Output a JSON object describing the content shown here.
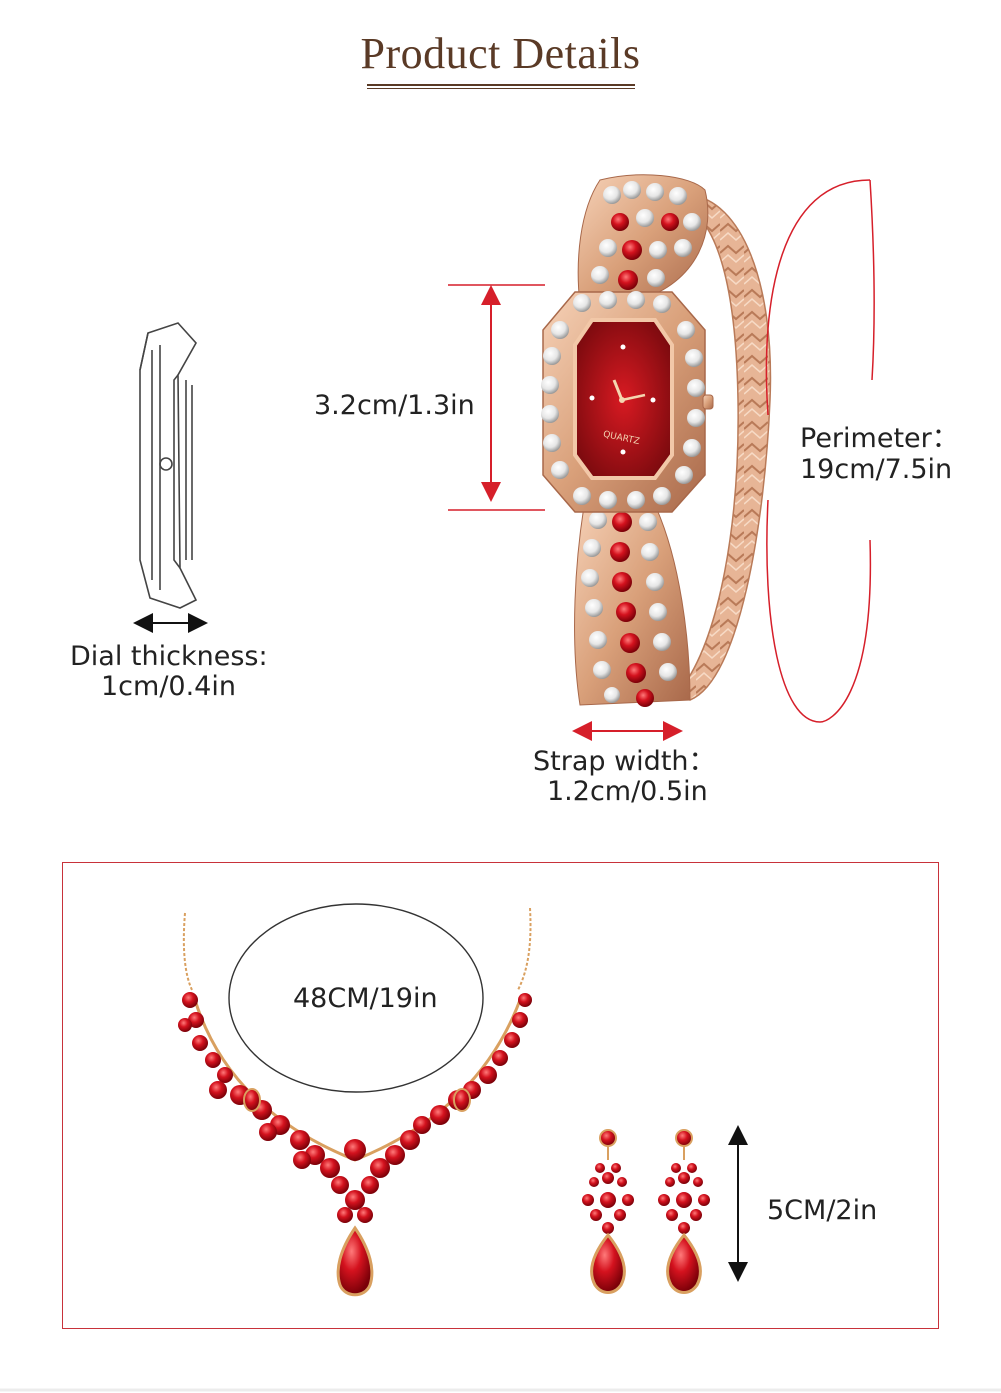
{
  "header": {
    "title": "Product Details"
  },
  "watch_dimensions": {
    "dial_height": "3.2cm/1.3in",
    "perimeter_label": "Perimeter：",
    "perimeter_value": "19cm/7.5in",
    "dial_thickness_label": "Dial thickness:",
    "dial_thickness_value": "1cm/0.4in",
    "strap_width_label": "Strap width：",
    "strap_width_value": "1.2cm/0.5in",
    "dial_brand": "QUARTZ"
  },
  "jewelry_dimensions": {
    "necklace_length": "48CM/19in",
    "earring_length": "5CM/2in"
  },
  "colors": {
    "title_brown": "#5a3a26",
    "dimension_red": "#d61f2a",
    "rose_gold": "#d9a07a",
    "ruby_red": "#c8101c"
  }
}
